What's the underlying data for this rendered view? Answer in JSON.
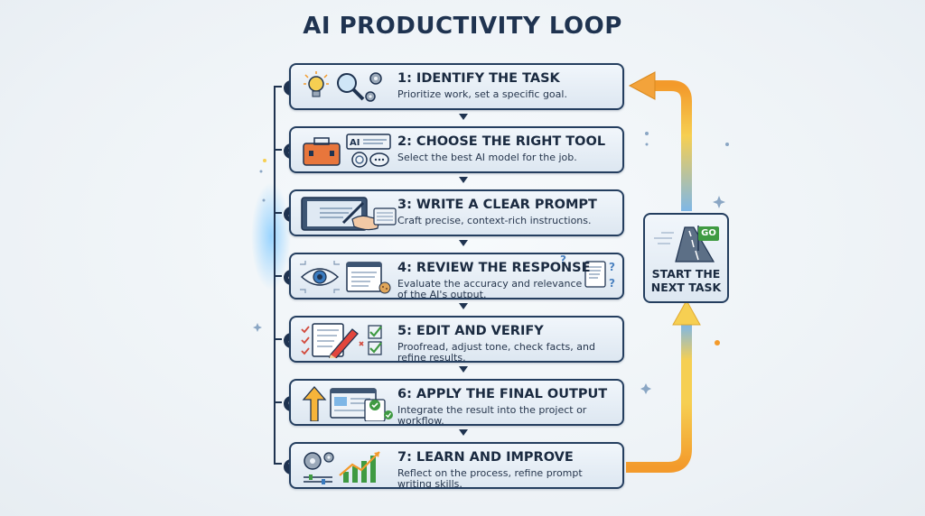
{
  "title": "AI PRODUCTIVITY LOOP",
  "steps": [
    {
      "number": "1",
      "title": "1: IDENTIFY THE TASK",
      "description": "Prioritize work, set a specific goal."
    },
    {
      "number": "2",
      "title": "2: CHOOSE THE RIGHT TOOL",
      "description": "Select the best AI model for the job."
    },
    {
      "number": "3",
      "title": "3: WRITE A CLEAR PROMPT",
      "description": "Craft precise, context-rich instructions."
    },
    {
      "number": "4",
      "title": "4: REVIEW THE RESPONSE",
      "description": "Evaluate the accuracy and relevance of the AI's output."
    },
    {
      "number": "5",
      "title": "5: EDIT AND VERIFY",
      "description": "Proofread, adjust tone, check facts, and refine results."
    },
    {
      "number": "6",
      "title": "6: APPLY THE FINAL OUTPUT",
      "description": "Integrate the result into the project or workflow."
    },
    {
      "number": "7",
      "title": "7: LEARN AND IMPROVE",
      "description": "Reflect on the process, refine prompt writing skills."
    }
  ],
  "next_task": {
    "label": "START THE NEXT TASK",
    "flag_text": "GO"
  },
  "icon_labels": {
    "ai_window": "AI"
  },
  "colors": {
    "navy": "#1f3350",
    "arrow_orange": "#f39a2b",
    "arrow_yellow": "#f6cf52",
    "arrow_blue": "#7fb7e6",
    "check_green": "#3f9a42"
  }
}
